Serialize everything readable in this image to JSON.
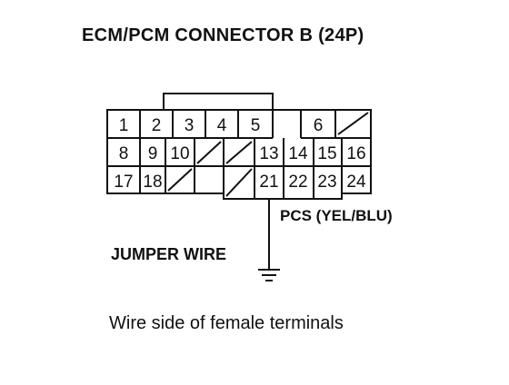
{
  "title": "ECM/PCM CONNECTOR B (24P)",
  "signal_label": "PCS (YEL/BLU)",
  "jumper_label": "JUMPER WIRE",
  "caption": "Wire side of female terminals",
  "pins": {
    "p1": "1",
    "p2": "2",
    "p3": "3",
    "p4": "4",
    "p5": "5",
    "p6": "6",
    "p8": "8",
    "p9": "9",
    "p10": "10",
    "p13": "13",
    "p14": "14",
    "p15": "15",
    "p16": "16",
    "p17": "17",
    "p18": "18",
    "p21": "21",
    "p22": "22",
    "p23": "23",
    "p24": "24"
  }
}
